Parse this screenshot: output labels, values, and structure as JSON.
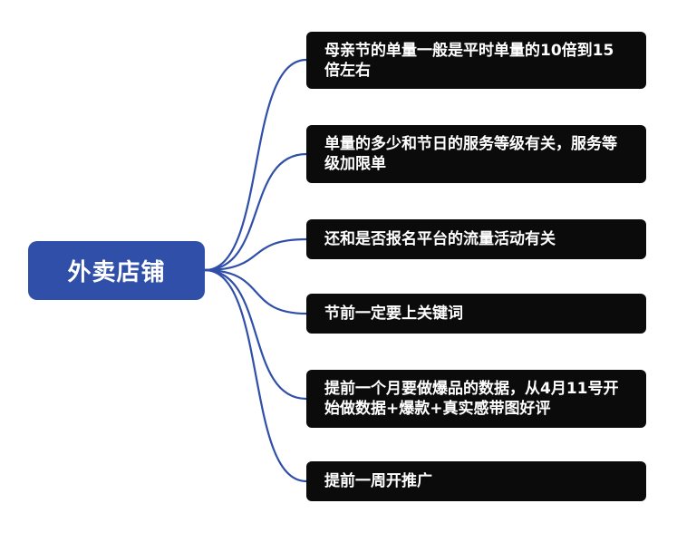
{
  "mindmap": {
    "root": {
      "label": "外卖店铺"
    },
    "branches": [
      {
        "label": "母亲节的单量一般是平时单量的10倍到15倍左右"
      },
      {
        "label": "单量的多少和节日的服务等级有关，服务等级加限单"
      },
      {
        "label": "还和是否报名平台的流量活动有关"
      },
      {
        "label": "节前一定要上关键词"
      },
      {
        "label": "提前一个月要做爆品的数据，从4月11号开始做数据+爆款+真实感带图好评"
      },
      {
        "label": "提前一周开推广"
      }
    ]
  },
  "colors": {
    "root_fill": "#2f4fa8",
    "branch_fill": "#0b0b0b",
    "connector": "#2f4fa8",
    "text": "#ffffff"
  }
}
